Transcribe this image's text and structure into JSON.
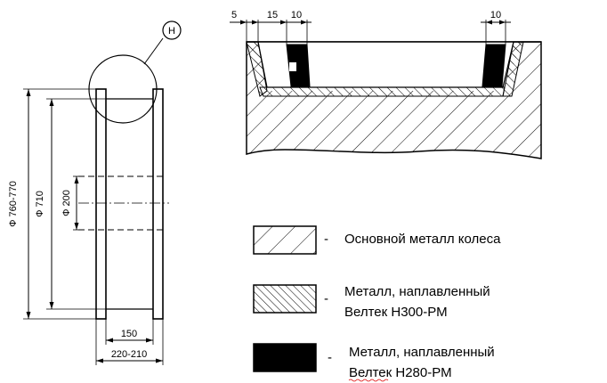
{
  "drawing": {
    "detail_marker": "Н",
    "wheel": {
      "dim_outer": "Ф 760-770",
      "dim_mid": "Ф 710",
      "dim_bore": "Ф 200",
      "dim_width_inner": "150",
      "dim_width_outer": "220-210"
    },
    "section": {
      "dim_5": "5",
      "dim_15": "15",
      "dim_10_left": "10",
      "dim_10_right": "10"
    }
  },
  "legend": {
    "dash": "-",
    "base_metal": "Основной металл колеса",
    "h300_line1": "Металл, наплавленный",
    "h300_line2": "Велтек Н300-РМ",
    "h280_line1": "Металл, наплавленный",
    "h280_line2": "Велтек Н280-РМ"
  }
}
